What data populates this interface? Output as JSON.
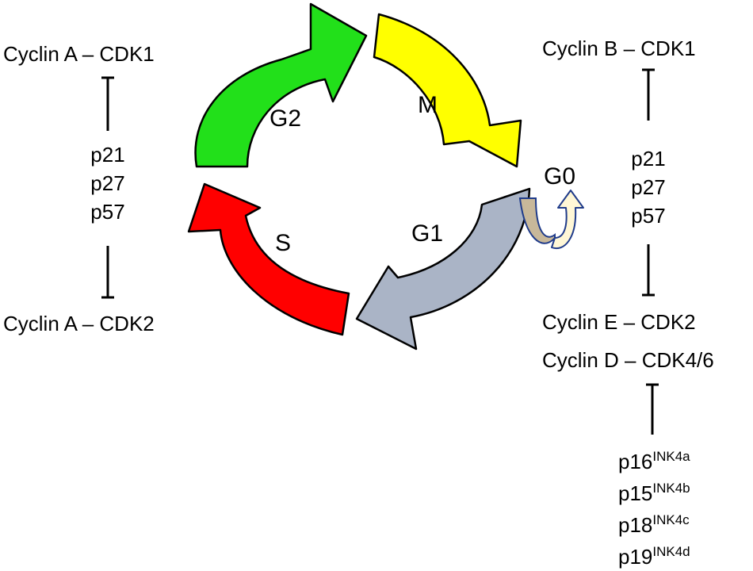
{
  "phases": {
    "g2": "G2",
    "m": "M",
    "g0": "G0",
    "g1": "G1",
    "s": "S"
  },
  "left": {
    "top_complex": "Cyclin A – CDK1",
    "inhibitors": [
      "p21",
      "p27",
      "p57"
    ],
    "bottom_complex": "Cyclin A – CDK2"
  },
  "right": {
    "top_complex": "Cyclin B – CDK1",
    "inhibitors": [
      "p21",
      "p27",
      "p57"
    ],
    "complex_e": "Cyclin E – CDK2",
    "complex_d": "Cyclin D – CDK4/6",
    "ink4": [
      {
        "base": "p16",
        "sup": "INK4a"
      },
      {
        "base": "p15",
        "sup": "INK4b"
      },
      {
        "base": "p18",
        "sup": "INK4c"
      },
      {
        "base": "p19",
        "sup": "INK4d"
      }
    ]
  },
  "colors": {
    "g2": "#22e01a",
    "m": "#ffff00",
    "g1": "#aab4c6",
    "s": "#ff0000",
    "g0_loop_back": "#c8b89a",
    "g0_loop_front": "#fff7d6",
    "g0_outline": "#1f3b8a"
  }
}
